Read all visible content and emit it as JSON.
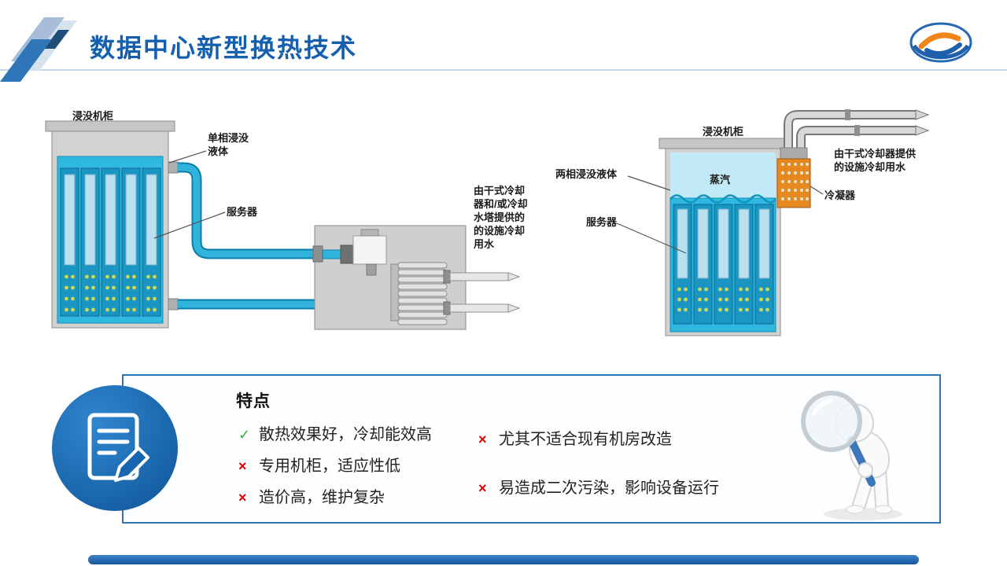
{
  "header": {
    "title": "数据中心新型换热技术"
  },
  "diagram_left": {
    "tank_label": "浸没机柜",
    "liquid_label": "单相浸没\n液体",
    "server_label": "服务器",
    "water_label": "由干式冷却\n器和/或冷却\n水塔提供的\n的设施冷却\n用水"
  },
  "diagram_right": {
    "tank_label": "浸没机柜",
    "liquid_label": "两相浸没液体",
    "vapor_label": "蒸汽",
    "server_label": "服务器",
    "condenser_label": "冷凝器",
    "water_label": "由干式冷却器提供\n的设施冷却用水"
  },
  "features": {
    "title": "特点",
    "left_items": [
      {
        "marker": "check",
        "symbol": "✓",
        "text": "散热效果好，冷却能效高"
      },
      {
        "marker": "cross",
        "symbol": "×",
        "text": "专用机柜，适应性低"
      },
      {
        "marker": "cross",
        "symbol": "×",
        "text": "造价高，维护复杂"
      }
    ],
    "right_items": [
      {
        "marker": "cross",
        "symbol": "×",
        "text": "尤其不适合现有机房改造"
      },
      {
        "marker": "cross",
        "symbol": "×",
        "text": "易造成二次污染，影响设备运行"
      }
    ]
  },
  "colors": {
    "title_blue": "#1560AE",
    "accent_border": "#2E75B6",
    "liquid_cyan": "#2FB9E0",
    "condenser_orange": "#E8891F",
    "check_green": "#3DA83D",
    "cross_red": "#E00000"
  }
}
